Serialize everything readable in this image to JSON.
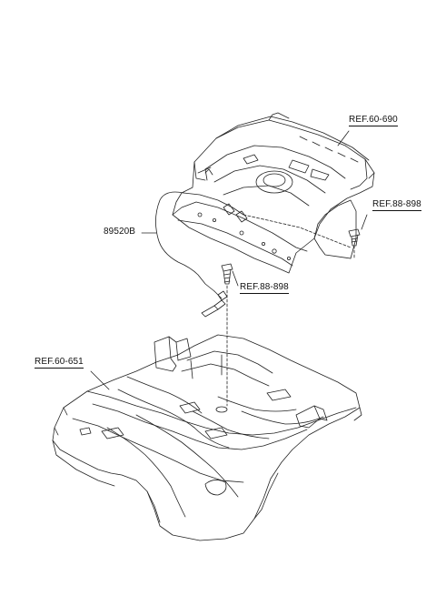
{
  "labels": {
    "ref_60_690": "REF.60-690",
    "ref_88_898_right": "REF.88-898",
    "part_89520b": "89520B",
    "ref_88_898_center": "REF.88-898",
    "ref_60_651": "REF.60-651"
  },
  "colors": {
    "line": "#222222",
    "background": "#ffffff"
  }
}
